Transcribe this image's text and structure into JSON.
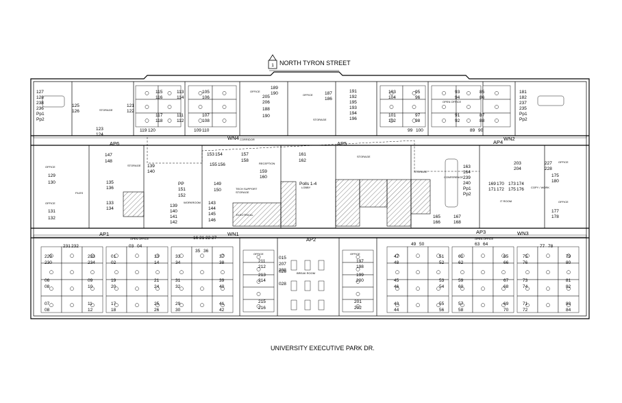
{
  "streets": {
    "north": "NORTH TYRON STREET",
    "north_marker": "1",
    "south": "UNIVERSITY EXECUTIVE PARK DR."
  },
  "access_points": [
    {
      "label": "AP6"
    },
    {
      "label": "AP5"
    },
    {
      "label": "AP4"
    },
    {
      "label": "AP1"
    },
    {
      "label": "AP2"
    },
    {
      "label": "AP3"
    }
  ],
  "wireless_nodes": [
    {
      "label": "WN4"
    },
    {
      "label": "WN2"
    },
    {
      "label": "WN1"
    },
    {
      "label": "WN3"
    }
  ],
  "room_labels": [
    {
      "text": "OFFICE"
    },
    {
      "text": "STORAGE"
    },
    {
      "text": "CORRIDOR"
    },
    {
      "text": "RECEPTION"
    },
    {
      "text": "TECH SUPPORT\nSTORAGE"
    },
    {
      "text": "LOBBY"
    },
    {
      "text": "WORKROOM"
    },
    {
      "text": "OPEN OFFICE"
    },
    {
      "text": "BREAK ROOM"
    },
    {
      "text": "IT ROOM"
    },
    {
      "text": "COPY / WORK"
    },
    {
      "text": "FILES"
    },
    {
      "text": "CONFERENCE"
    },
    {
      "text": "ELECTRICAL"
    }
  ],
  "desk_numbers": {
    "nw_conf": [
      "127",
      "128",
      "238",
      "236",
      "Pp1",
      "Pp2"
    ],
    "storage_nw": [
      "125",
      "126",
      "123",
      "124"
    ],
    "top_cubes_a": [
      "121",
      "122",
      "115",
      "116",
      "117",
      "118",
      "119",
      "120"
    ],
    "top_cubes_b": [
      "113",
      "114",
      "105",
      "106",
      "111",
      "112",
      "107",
      "108",
      "109",
      "110"
    ],
    "top_offices_c": [
      "205",
      "206",
      "188",
      "190",
      "189",
      "190"
    ],
    "top_offices_d": [
      "187",
      "186",
      "191",
      "192",
      "193",
      "194",
      "195",
      "196"
    ],
    "top_cubes_e": [
      "103",
      "104",
      "95",
      "96",
      "101",
      "102",
      "97",
      "98",
      "99",
      "100"
    ],
    "top_cubes_f": [
      "93",
      "94",
      "85",
      "86",
      "91",
      "92",
      "87",
      "88",
      "89",
      "90"
    ],
    "ne_conf": [
      "181",
      "182",
      "237",
      "235",
      "Pp1",
      "Pp2"
    ],
    "west_wing": [
      "129",
      "130",
      "131",
      "132",
      "147",
      "148",
      "135",
      "136",
      "133",
      "134",
      "139",
      "140"
    ],
    "center_north": [
      "153",
      "154",
      "155",
      "156",
      "157",
      "158",
      "161",
      "162",
      "159",
      "160",
      "149",
      "150"
    ],
    "workroom": [
      "PP",
      "151",
      "152",
      "139",
      "140",
      "141",
      "142",
      "143",
      "144",
      "145",
      "146"
    ],
    "lobby": [
      "Polls 1-4"
    ],
    "east_wing": [
      "163",
      "164",
      "239",
      "240",
      "Pp1",
      "Pp2",
      "165",
      "166",
      "167",
      "168"
    ],
    "it_room": [
      "169",
      "170",
      "171",
      "172",
      "173",
      "174",
      "175",
      "176"
    ],
    "ne_wing": [
      "203",
      "204",
      "227",
      "228",
      "175",
      "180",
      "177",
      "178"
    ],
    "sw_a": [
      "231",
      "232",
      "229",
      "230",
      "233",
      "234",
      "06",
      "08",
      "09",
      "10",
      "07",
      "08",
      "11",
      "12"
    ],
    "sw_b": [
      "03",
      "04",
      "01",
      "02",
      "13",
      "14",
      "19",
      "20",
      "21",
      "24",
      "17",
      "18",
      "25",
      "26"
    ],
    "sw_c": [
      "16",
      "21",
      "22",
      "27",
      "35",
      "36",
      "33",
      "34",
      "37",
      "38",
      "31",
      "32",
      "39",
      "40",
      "29",
      "30",
      "41",
      "42"
    ],
    "s_offices": [
      "211",
      "212",
      "213",
      "214",
      "215",
      "216"
    ],
    "s_break": [
      "015",
      "026",
      "207",
      "208",
      "028"
    ],
    "s_offices_r": [
      "197",
      "198",
      "199",
      "200",
      "201",
      "202"
    ],
    "se_a": [
      "49",
      "50",
      "47",
      "48",
      "51",
      "52",
      "45",
      "46",
      "53",
      "54",
      "43",
      "44",
      "55",
      "56"
    ],
    "se_b": [
      "63",
      "64",
      "61",
      "62",
      "65",
      "66",
      "59",
      "60",
      "67",
      "68",
      "57",
      "58",
      "69",
      "70"
    ],
    "se_c": [
      "77",
      "78",
      "75",
      "76",
      "79",
      "80",
      "73",
      "74",
      "81",
      "82",
      "71",
      "72",
      "83",
      "84"
    ]
  }
}
